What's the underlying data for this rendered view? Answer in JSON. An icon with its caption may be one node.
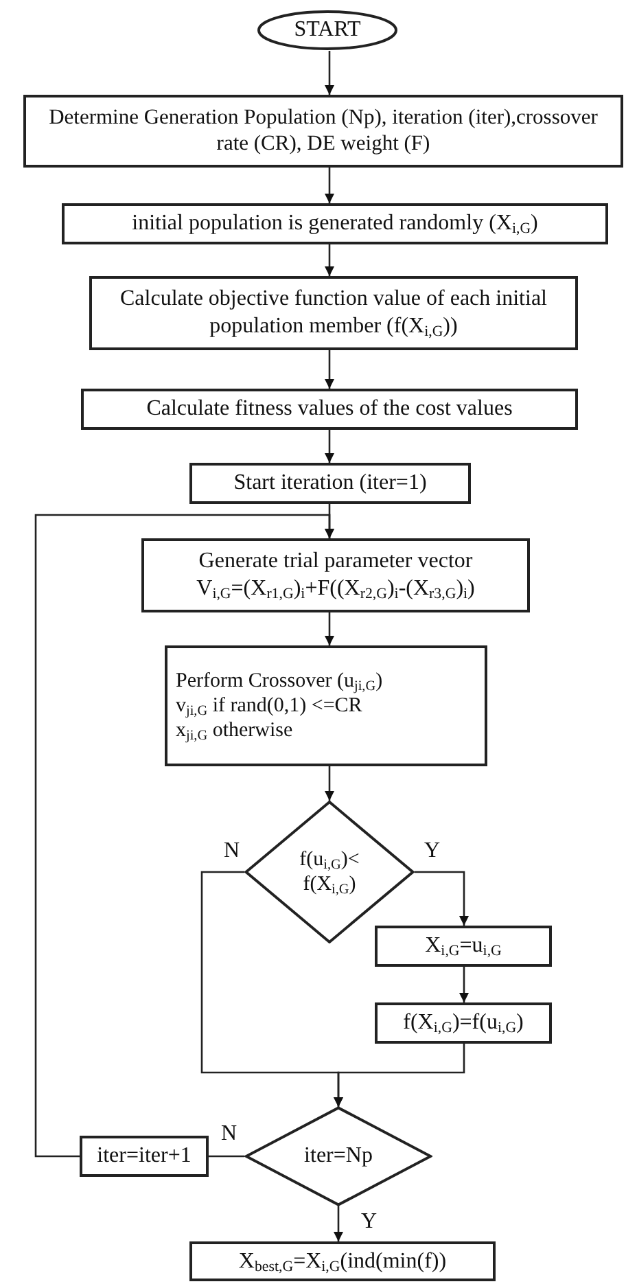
{
  "diagram": {
    "nodes": [
      {
        "text": [
          "START"
        ]
      },
      {
        "text": [
          "Determine Generation Population (Np), iteration (iter),crossover rate (CR), DE weight (F)"
        ]
      },
      {
        "text": [
          "initial population is generated randomly (X$_{i,G}$)"
        ]
      },
      {
        "text": [
          "Calculate objective function value of each initial population member (f(X$_{i,G}$))"
        ]
      },
      {
        "text": [
          "Calculate fitness values of the cost values"
        ]
      },
      {
        "text": [
          "Start iteration (iter=1)"
        ]
      },
      {
        "text": [
          "Generate trial parameter vector",
          "V$_{i,G}$=(X$_{r1,G}$)$_{i}$+F((X$_{r2,G}$)$_{i}$-(X$_{r3,G}$)$_{i}$)"
        ]
      },
      {
        "text": [
          "Perform Crossover (u$_{ji,G}$)",
          "v$_{ji,G}$ if rand(0,1) <=CR",
          "x$_{ji,G}$ otherwise"
        ]
      },
      {
        "text": [
          "f(u$_{i,G}$)< f(X$_{i,G}$)"
        ]
      },
      {
        "text": [
          "X$_{i,G}$=u$_{i,G}$"
        ]
      },
      {
        "text": [
          "f(X$_{i,G}$)=f(u$_{i,G}$)"
        ]
      },
      {
        "text": [
          "iter=Np"
        ]
      },
      {
        "text": [
          "iter=iter+1"
        ]
      },
      {
        "text": [
          "X$_{best,G}$=X$_{i,G}$(ind(min(f))"
        ]
      }
    ],
    "edges": [
      {
        "from": 0,
        "to": 1,
        "arrow": "to"
      },
      {
        "from": 1,
        "to": 2,
        "arrow": "to"
      },
      {
        "from": 2,
        "to": 3,
        "arrow": "to"
      },
      {
        "from": 3,
        "to": 4,
        "arrow": "to"
      },
      {
        "from": 4,
        "to": 5,
        "arrow": "to"
      },
      {
        "from": 5,
        "to": 6,
        "arrow": "to"
      },
      {
        "from": 6,
        "to": 7,
        "arrow": "to"
      },
      {
        "from": 7,
        "to": 8,
        "arrow": "to"
      },
      {
        "from": 8,
        "to": 11,
        "arrow": "to",
        "label": "N"
      },
      {
        "from": 8,
        "to": 9,
        "arrow": "to",
        "label": "Y"
      },
      {
        "from": 9,
        "to": 10,
        "arrow": "to"
      },
      {
        "from": 10,
        "to": 11,
        "arrow": "to"
      },
      {
        "from": 11,
        "to": 12,
        "arrow": "none",
        "label": "N"
      },
      {
        "from": 12,
        "to": 6,
        "arrow": "to"
      },
      {
        "from": 11,
        "to": 13,
        "arrow": "to",
        "label": "Y"
      }
    ]
  }
}
